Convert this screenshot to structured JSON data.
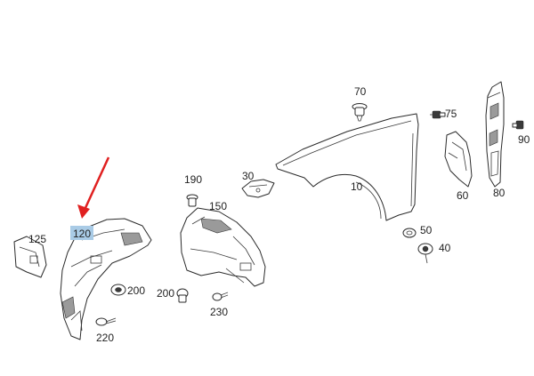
{
  "highlight_color": "#a9cbe6",
  "arrow_color": "#e02020",
  "callouts": {
    "p10": "10",
    "p30": "30",
    "p40": "40",
    "p50": "50",
    "p60": "60",
    "p70": "70",
    "p75": "75",
    "p80": "80",
    "p90": "90",
    "p120": "120",
    "p125": "125",
    "p150": "150",
    "p190": "190",
    "p200a": "200",
    "p200b": "200",
    "p220": "220",
    "p230": "230"
  }
}
